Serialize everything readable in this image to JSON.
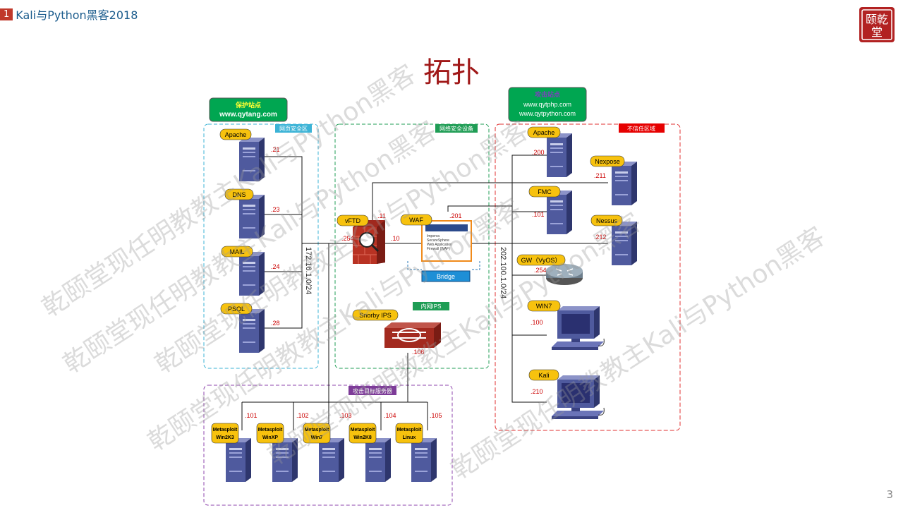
{
  "header": {
    "number": "1",
    "title": "Kali与Python黑客2018"
  },
  "page_title": "拓扑",
  "page_number": "3",
  "logo": {
    "text": "乾颐堂"
  },
  "watermark": "乾颐堂现任明教教主Kali与Python黑客",
  "sites": {
    "protected": {
      "title": "保护站点",
      "url": "www.qytang.com"
    },
    "attacker": {
      "title": "攻击站点",
      "url1": "www.qytphp.com",
      "url2": "www.qytpython.com"
    }
  },
  "zones": {
    "web": "网页安全区",
    "security": "网络安全设备",
    "untrusted": "不信任区域",
    "inner_ips": "内网IPS",
    "targets": "攻击目标服务器"
  },
  "networks": {
    "left": "172.16.1.0/24",
    "right": "202.100.1.0/24"
  },
  "left_hosts": [
    {
      "name": "Apache",
      "ip": ".21"
    },
    {
      "name": "DNS",
      "ip": ".23"
    },
    {
      "name": "MAIL",
      "ip": ".24"
    },
    {
      "name": "PSQL",
      "ip": ".28"
    }
  ],
  "security": {
    "vftd": {
      "name": "vFTD",
      "ip_top": ".11",
      "ip_left": ".254",
      "ip_right": ".10"
    },
    "waf": {
      "name": "WAF",
      "ip": ".201",
      "product_line1": "Imperva",
      "product_line2": "SecureSphere",
      "product_line3": "Web Application",
      "product_line4": "Firewall (WAF)"
    },
    "bridge": "Bridge",
    "ips": {
      "name": "Snorby IPS",
      "ip": ".106"
    }
  },
  "right_hosts": [
    {
      "name": "Apache",
      "ip": ".200"
    },
    {
      "name": "Nexpose",
      "ip": ".211"
    },
    {
      "name": "FMC",
      "ip": ".101"
    },
    {
      "name": "Nessus",
      "ip": ".212"
    },
    {
      "name": "GW（VyOS）",
      "ip": ".254"
    },
    {
      "name": "WIN7",
      "ip": ".100"
    },
    {
      "name": "Kali",
      "ip": ".210"
    }
  ],
  "targets": [
    {
      "line1": "Metasploit",
      "line2": "Win2K3",
      "ip": ".101"
    },
    {
      "line1": "Metasploit",
      "line2": "WinXP",
      "ip": ".102"
    },
    {
      "line1": "Metasploit",
      "line2": "Win7",
      "ip": ".103"
    },
    {
      "line1": "Metasploit",
      "line2": "Win2K8",
      "ip": ".104"
    },
    {
      "line1": "Metasploit",
      "line2": "Linux",
      "ip": ".105"
    }
  ],
  "colors": {
    "red": "#c0392b",
    "green": "#1f9d55",
    "cyan": "#3bb3d6",
    "purple": "#8e44ad",
    "yellow": "#f7c20e",
    "server": "#4f5a9e",
    "dark_red": "#a01818"
  }
}
